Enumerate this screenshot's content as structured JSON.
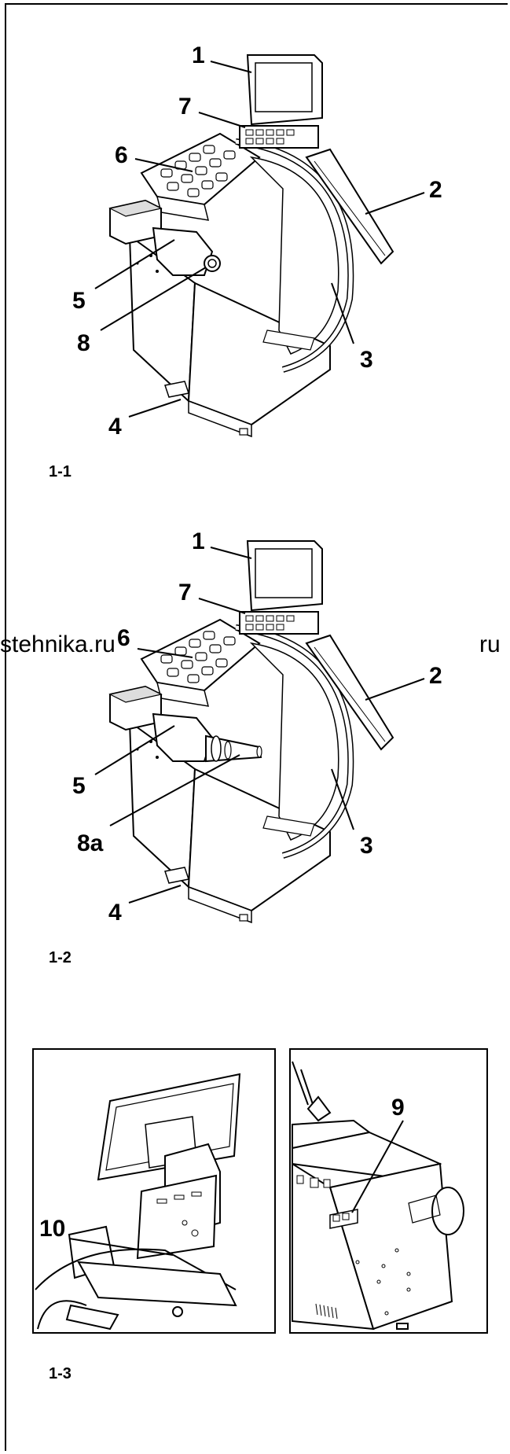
{
  "watermark": {
    "left": "stehnika.ru",
    "right": "ru"
  },
  "figure1": {
    "caption": "1-1",
    "labels": {
      "l1": "1",
      "l2": "2",
      "l3": "3",
      "l4": "4",
      "l5": "5",
      "l6": "6",
      "l7": "7",
      "l8": "8"
    }
  },
  "figure2": {
    "caption": "1-2",
    "labels": {
      "l1": "1",
      "l2": "2",
      "l3": "3",
      "l4": "4",
      "l5": "5",
      "l6": "6",
      "l7": "7",
      "l8": "8a"
    }
  },
  "figure3": {
    "caption": "1-3",
    "left_label": "10",
    "right_label": "9"
  }
}
